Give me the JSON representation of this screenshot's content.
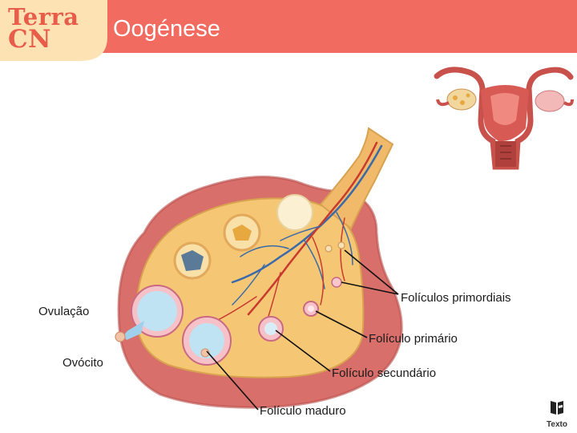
{
  "header": {
    "logo_line1": "Terra",
    "logo_line2": "CN",
    "title": "Oogénese"
  },
  "labels": {
    "ovulacao": "Ovulação",
    "ovocito": "Ovócito",
    "foliculos_primordiais": "Folículos primordiais",
    "foliculo_primario": "Folículo primário",
    "foliculo_secundario": "Folículo secundário",
    "foliculo_maduro": "Folículo maduro"
  },
  "publisher": {
    "name": "Texto"
  },
  "colors": {
    "header": "#f16b60",
    "logo_bg": "#fde3b4",
    "logo_text": "#e85c4a",
    "ovary_outer": "#d96f6a",
    "ovary_inner": "#f5c775",
    "follicle_fluid": "#bfe3f3",
    "artery": "#c8392e",
    "vein": "#3b6aa8"
  }
}
